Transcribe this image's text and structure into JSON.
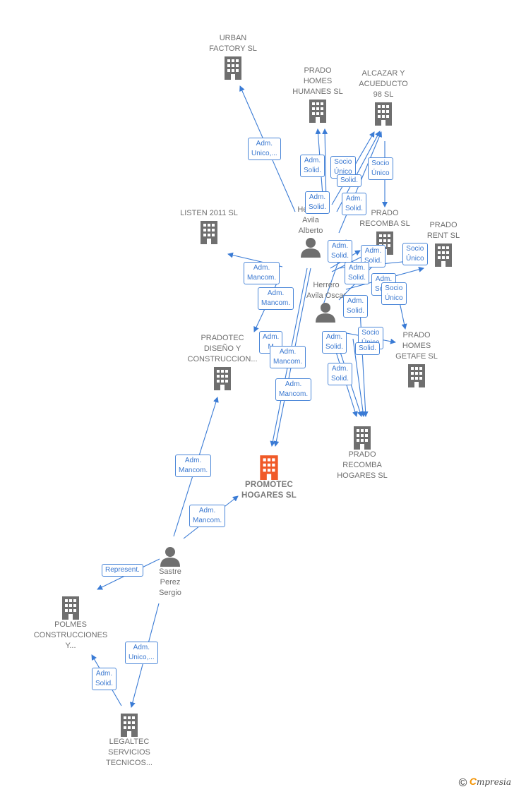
{
  "companies": [
    {
      "id": "urban",
      "label": "URBAN\nFACTORY SL"
    },
    {
      "id": "prado-homes-humanes",
      "label": "PRADO\nHOMES\nHUMANES  SL"
    },
    {
      "id": "alcazar",
      "label": "ALCAZAR Y\nACUEDUCTO\n98  SL"
    },
    {
      "id": "listen",
      "label": "LISTEN 2011 SL"
    },
    {
      "id": "prado-recomba-sl",
      "label": "PRADO\nRECOMBA SL"
    },
    {
      "id": "prado-rent",
      "label": "PRADO\nRENT  SL"
    },
    {
      "id": "pradotec",
      "label": "PRADOTEC\nDISEÑO Y\nCONSTRUCCION..."
    },
    {
      "id": "prado-homes-getafe",
      "label": "PRADO\nHOMES\nGETAFE  SL"
    },
    {
      "id": "prado-recomba-hogares",
      "label": "PRADO\nRECOMBA\nHOGARES  SL"
    },
    {
      "id": "promotec",
      "label": "PROMOTEC\nHOGARES  SL"
    },
    {
      "id": "polmes",
      "label": "POLMES\nCONSTRUCCIONES\nY..."
    },
    {
      "id": "legaltec",
      "label": "LEGALTEC\nSERVICIOS\nTECNICOS..."
    }
  ],
  "persons": [
    {
      "id": "alberto",
      "label": "Herrero\nAvila\nAlberto"
    },
    {
      "id": "oscar",
      "label": "Herrero\nAvila Oscar"
    },
    {
      "id": "sergio",
      "label": "Sastre\nPerez\nSergio"
    }
  ],
  "relations": [
    {
      "label": "Adm.\nUnico,..."
    },
    {
      "label": "Adm.\nSolid."
    },
    {
      "label": "Socio\nÚnico"
    },
    {
      "label": "Solid."
    },
    {
      "label": "Socio\nÚnico"
    },
    {
      "label": "Adm.\nSolid."
    },
    {
      "label": "Adm.\nSolid."
    },
    {
      "label": "Adm.\nMancom."
    },
    {
      "label": "Adm.\nSolid."
    },
    {
      "label": "Adm.\nSolid."
    },
    {
      "label": "Socio\nÚnico"
    },
    {
      "label": "Adm.\nSolid."
    },
    {
      "label": "Adm.\nMancom."
    },
    {
      "label": "Adm.\nSolid."
    },
    {
      "label": "Socio\nÚnico"
    },
    {
      "label": "Adm.\nSolid."
    },
    {
      "label": "Adm.\nM"
    },
    {
      "label": "Adm.\nSolid."
    },
    {
      "label": "Socio\nÚnico"
    },
    {
      "label": "Solid."
    },
    {
      "label": "Adm.\nMancom."
    },
    {
      "label": "Adm.\nSolid."
    },
    {
      "label": "Adm.\nMancom."
    },
    {
      "label": "Adm.\nMancom."
    },
    {
      "label": "Adm.\nMancom."
    },
    {
      "label": "Represent."
    },
    {
      "label": "Adm.\nUnico,..."
    },
    {
      "label": "Adm.\nSolid."
    }
  ],
  "footer": {
    "copyright": "©",
    "brand_first": "C",
    "brand_rest": "mpresia"
  },
  "colors": {
    "edge": "#3a7bd5",
    "company": "#6f6f6f",
    "main_company": "#f05a28",
    "person": "#6f6f6f"
  }
}
